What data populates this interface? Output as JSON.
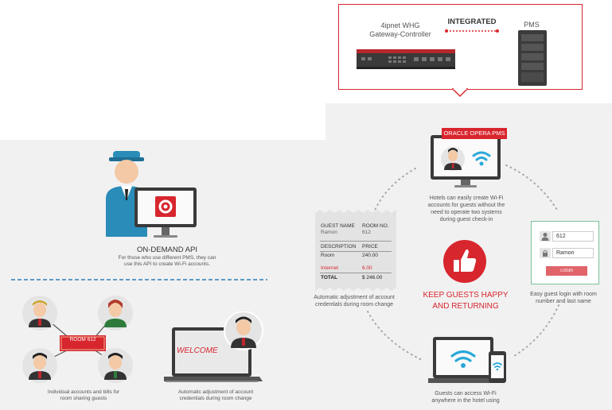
{
  "integration": {
    "controller_line1": "4ipnet WHG",
    "controller_line2": "Gateway-Controller",
    "integrated_label": "INTEGRATED",
    "pms_label": "PMS"
  },
  "api": {
    "title": "ON-DEMAND API",
    "desc_line1": "For those who use different PMS, they can",
    "desc_line2": "use this API to create Wi-Fi accounts."
  },
  "room_sharing": {
    "room_label": "ROOM 612",
    "caption_line1": "Individual accounts and bills for",
    "caption_line2": "room sharing guests"
  },
  "welcome": {
    "screen_text": "WELCOME",
    "caption_line1": "Automatic adjustment of account",
    "caption_line2": "credentials during room change"
  },
  "cycle": {
    "oracle_label": "ORACLE OPERA PMS",
    "hotel_caption": [
      "Hotels can easily create Wi-Fi",
      "accounts for guests without the",
      "need to operate two systems",
      "during guest check-in"
    ],
    "login_value_room": "612",
    "login_value_name": "Ramon",
    "login_button": "LOGIN",
    "login_caption": [
      "Easy guest login with room",
      "number and last name"
    ],
    "guests_caption": [
      "Guests can access Wi-Fi",
      "anywhere in the hotel using"
    ],
    "receipt_caption": [
      "Automatic adjustment of account",
      "credentials during room change"
    ],
    "center_line1": "KEEP GUESTS HAPPY",
    "center_line2": "AND RETURNING"
  },
  "receipt": {
    "guest_name_label": "GUEST NAME",
    "guest_name_value": "Ramon",
    "room_no_label": "ROOM NO.",
    "room_no_value": "612",
    "desc_label": "DESCRIPTION",
    "price_label": "PRICE",
    "rows": [
      {
        "desc": "Room",
        "price": "240.00"
      },
      {
        "desc": "Internet",
        "price": "6.00"
      }
    ],
    "total_label": "TOTAL",
    "total_value": "$ 246.00"
  },
  "colors": {
    "accent": "#d8262e",
    "wifi": "#29a8d8",
    "dashed_divider": "#2f7fb8"
  }
}
